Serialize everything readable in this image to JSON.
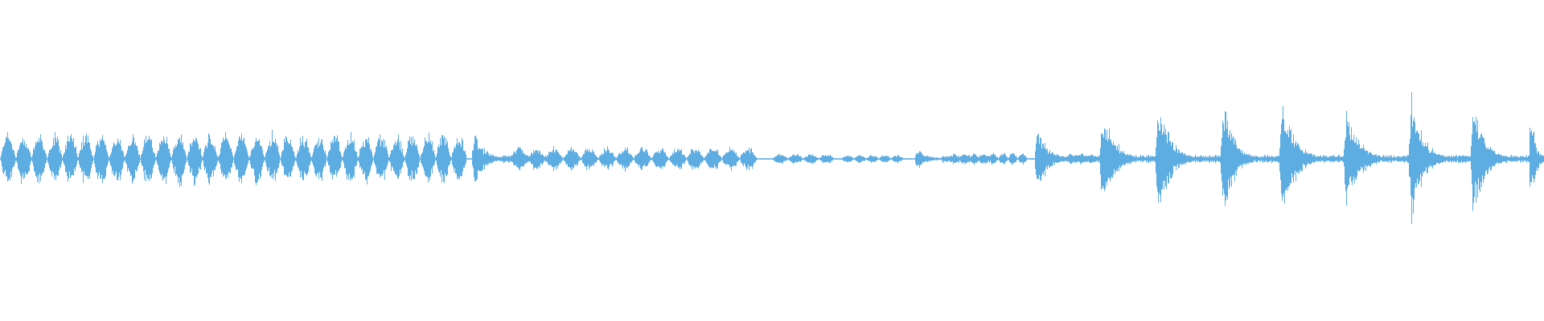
{
  "waveform": {
    "color": "#5dade2",
    "segments": [
      {
        "type": "bumps",
        "start": 0.0,
        "end": 0.302,
        "peak": 0.26,
        "count": 30
      },
      {
        "type": "spike",
        "start": 0.305,
        "end": 0.325,
        "peak": 0.35
      },
      {
        "type": "bumps",
        "start": 0.33,
        "end": 0.49,
        "peak": 0.12,
        "count": 14
      },
      {
        "type": "bumps",
        "start": 0.5,
        "end": 0.54,
        "peak": 0.05,
        "count": 4
      },
      {
        "type": "bumps",
        "start": 0.545,
        "end": 0.585,
        "peak": 0.04,
        "count": 5
      },
      {
        "type": "spike",
        "start": 0.592,
        "end": 0.61,
        "peak": 0.14
      },
      {
        "type": "bumps",
        "start": 0.615,
        "end": 0.665,
        "peak": 0.06,
        "count": 8
      },
      {
        "type": "spike",
        "start": 0.67,
        "end": 0.69,
        "peak": 0.48
      },
      {
        "type": "bumps",
        "start": 0.69,
        "end": 0.71,
        "peak": 0.05,
        "count": 3
      },
      {
        "type": "spike",
        "start": 0.712,
        "end": 0.735,
        "peak": 0.72
      },
      {
        "type": "spike",
        "start": 0.748,
        "end": 0.77,
        "peak": 0.9
      },
      {
        "type": "spike",
        "start": 0.79,
        "end": 0.812,
        "peak": 0.76
      },
      {
        "type": "spike",
        "start": 0.828,
        "end": 0.852,
        "peak": 0.86
      },
      {
        "type": "spike",
        "start": 0.87,
        "end": 0.895,
        "peak": 0.7
      },
      {
        "type": "spike",
        "start": 0.912,
        "end": 0.935,
        "peak": 0.86
      },
      {
        "type": "spike",
        "start": 0.952,
        "end": 0.975,
        "peak": 0.76
      },
      {
        "type": "spike",
        "start": 0.99,
        "end": 1.0,
        "peak": 0.66
      }
    ]
  }
}
